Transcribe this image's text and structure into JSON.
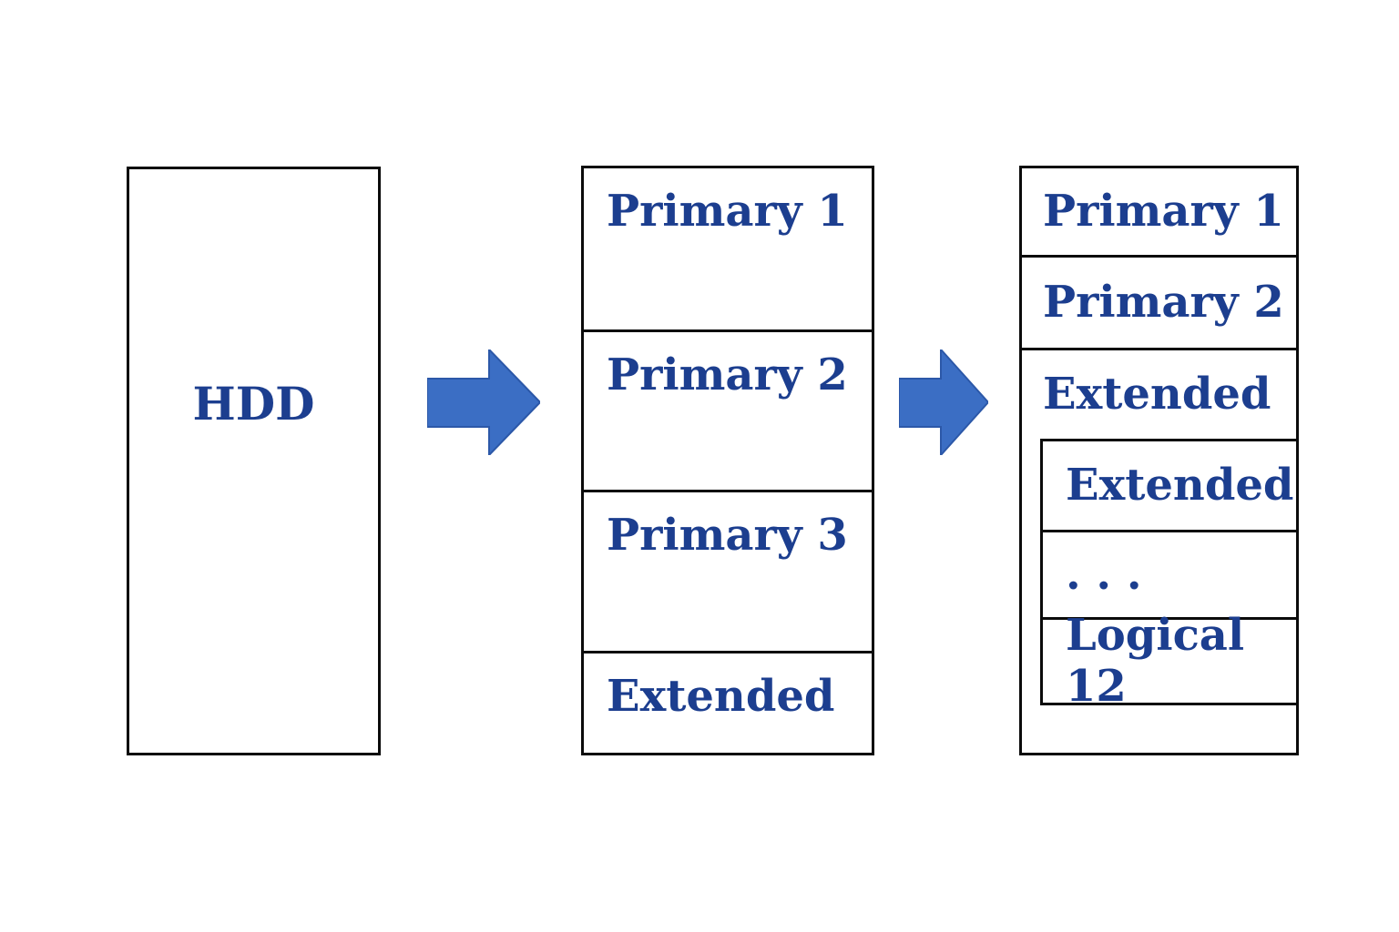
{
  "colors": {
    "background": "#ffffff",
    "border": "#0b0b0b",
    "text": "#1c3e8f",
    "arrow_fill": "#3b6ec4",
    "arrow_stroke": "#2c58a8"
  },
  "disk": {
    "label": "HDD"
  },
  "partition_table": {
    "sections": [
      {
        "label": "Primary 1"
      },
      {
        "label": "Primary 2"
      },
      {
        "label": "Primary 3"
      },
      {
        "label": "Extended"
      }
    ]
  },
  "extended_detail": {
    "sections": [
      {
        "label": "Primary 1"
      },
      {
        "label": "Primary 2"
      },
      {
        "label": "Extended"
      }
    ],
    "logical_sections": [
      {
        "label": "Extended"
      },
      {
        "label": ". . ."
      },
      {
        "label": "Logical 12"
      }
    ]
  }
}
